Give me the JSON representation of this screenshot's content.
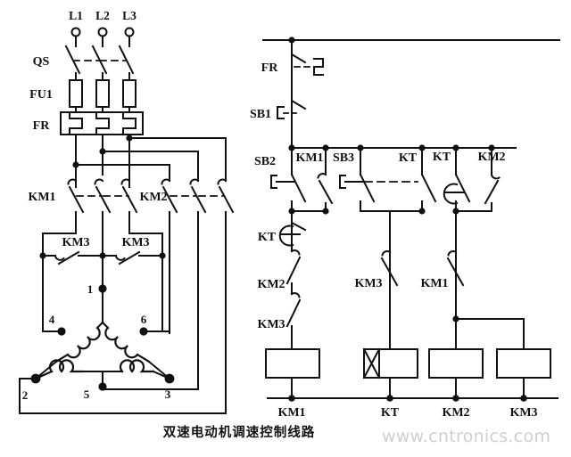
{
  "diagram": {
    "caption": "双速电动机调速控制线路",
    "watermark": "www.cntronics.com",
    "type": "electrical-schematic",
    "description": "Two-speed motor speed-regulation control circuit (Dahlander pole-changing)",
    "line_color": "#111111",
    "background_color": "#ffffff"
  },
  "power_circuit": {
    "supply_terminals": [
      "L1",
      "L2",
      "L3"
    ],
    "devices": {
      "disconnect": "QS",
      "fuses": "FU1",
      "overload_relay": "FR",
      "contactor_low_speed": "KM1",
      "contactor_high_speed": "KM2",
      "contactor_star_point": "KM3"
    },
    "km3_contacts": [
      "KM3",
      "KM3"
    ],
    "motor_terminals": [
      "1",
      "2",
      "3",
      "4",
      "5",
      "6"
    ]
  },
  "control_circuit": {
    "protection": {
      "overload_contact": "FR",
      "stop_button": "SB1"
    },
    "start_row": {
      "start_button_low": "SB2",
      "seal_in_contact": "KM1",
      "start_button_high": "SB3",
      "timer_contact_1": "KT",
      "timer_contact_2": "KT",
      "seal_in_contact_high": "KM2"
    },
    "branch_km1": [
      "KT",
      "KM2",
      "KM3"
    ],
    "branch_kt": [
      "KM3"
    ],
    "branch_km2": [
      "KM1"
    ],
    "coils": [
      {
        "label": "KM1",
        "kind": "contactor-coil"
      },
      {
        "label": "KT",
        "kind": "timer-coil"
      },
      {
        "label": "KM2",
        "kind": "contactor-coil"
      },
      {
        "label": "KM3",
        "kind": "contactor-coil"
      }
    ]
  }
}
